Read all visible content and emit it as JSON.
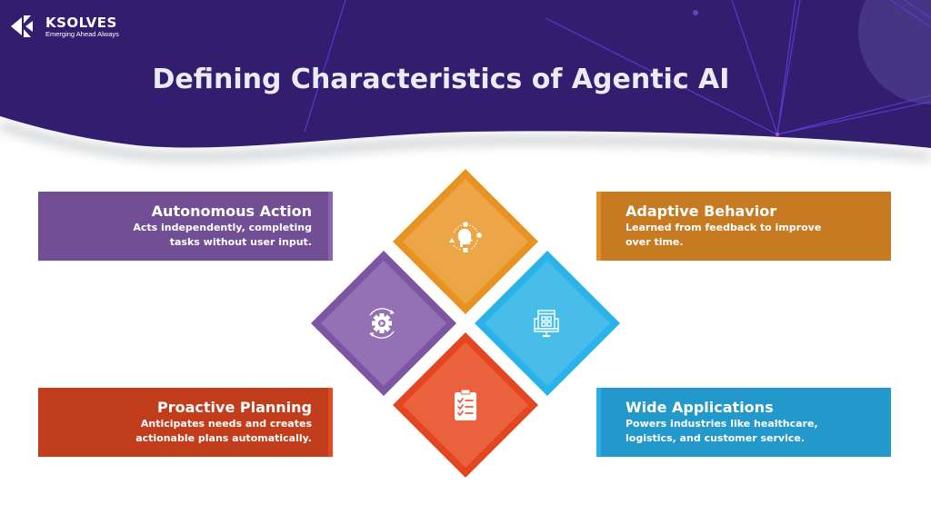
{
  "brand": {
    "name": "KSOLVES",
    "tagline": "Emerging Ahead Always"
  },
  "header": {
    "title": "Defining Characteristics of Agentic AI"
  },
  "colors": {
    "header_bg": "#321d6e",
    "purple": "#724f95",
    "orange": "#c67b22",
    "red": "#c23d1c",
    "blue": "#2399cb",
    "diamond_orange": "#eca547",
    "diamond_purple": "#9471b4",
    "diamond_blue": "#48bdea",
    "diamond_red": "#ea613e"
  },
  "cards": [
    {
      "id": "autonomous",
      "title": "Autonomous Action",
      "desc_line1": "Acts independently, completing",
      "desc_line2": "tasks without user input.",
      "icon": "gear-play-icon"
    },
    {
      "id": "adaptive",
      "title": "Adaptive Behavior",
      "desc_line1": "Learned from feedback to improve",
      "desc_line2": "over time.",
      "icon": "head-cycle-icon"
    },
    {
      "id": "proactive",
      "title": "Proactive Planning",
      "desc_line1": "Anticipates needs and creates",
      "desc_line2": "actionable plans automatically.",
      "icon": "clipboard-checklist-icon"
    },
    {
      "id": "wide",
      "title": "Wide Applications",
      "desc_line1": "Powers industries like healthcare,",
      "desc_line2": "logistics, and customer service.",
      "icon": "monitor-apps-icon"
    }
  ]
}
